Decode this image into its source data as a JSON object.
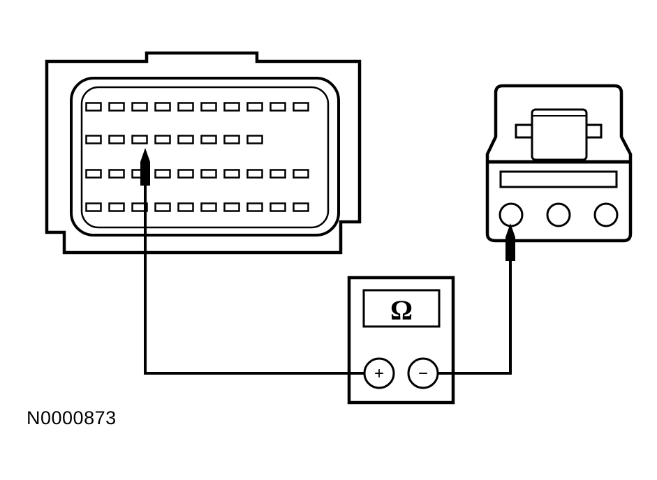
{
  "figure_id": "N0000873",
  "meter": {
    "display_symbol": "Ω",
    "positive_symbol": "+",
    "negative_symbol": "−"
  },
  "connector_left": {
    "rows": [
      10,
      8,
      10,
      10
    ],
    "probe_row": 2,
    "probe_pin": 3
  },
  "connector_right": {
    "pin_count": 3,
    "probe_pin": 1
  },
  "colors": {
    "line": "#000000",
    "background": "#ffffff"
  }
}
